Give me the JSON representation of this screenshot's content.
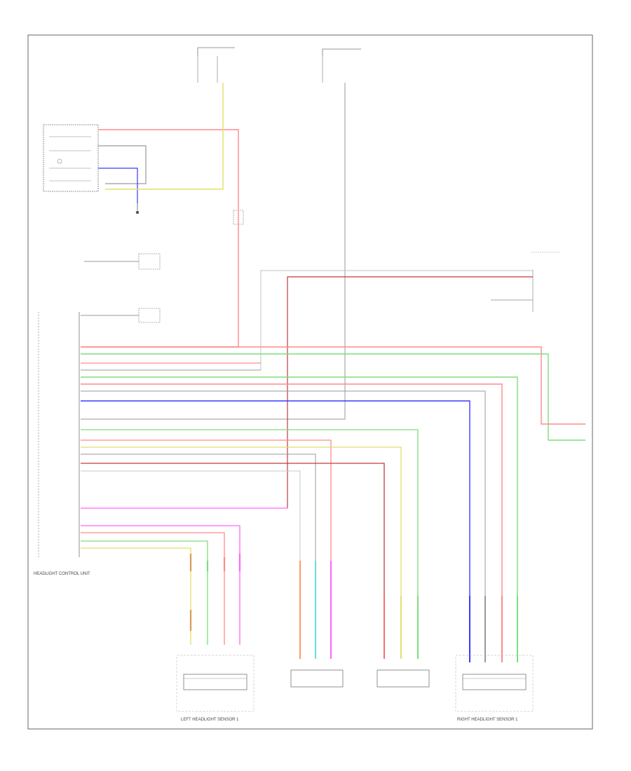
{
  "page": {
    "id": ""
  },
  "colors": {
    "red": "#ff8a8a",
    "dark_red": "#c23a3a",
    "pink": "#ff66ff",
    "green": "#7ddd7d",
    "yellow": "#e0e06a",
    "blue": "#3a3aff",
    "gray": "#9a9a9a",
    "frame": "#666666",
    "component": "#777777"
  },
  "labels": {
    "left_headlight_sensor": "LEFT HEADLIGHT SENSOR 1",
    "right_headlight_sensor": "RIGHT HEADLIGHT SENSOR 1",
    "headlight_control_unit": "HEADLIGHT CONTROL UNIT"
  }
}
